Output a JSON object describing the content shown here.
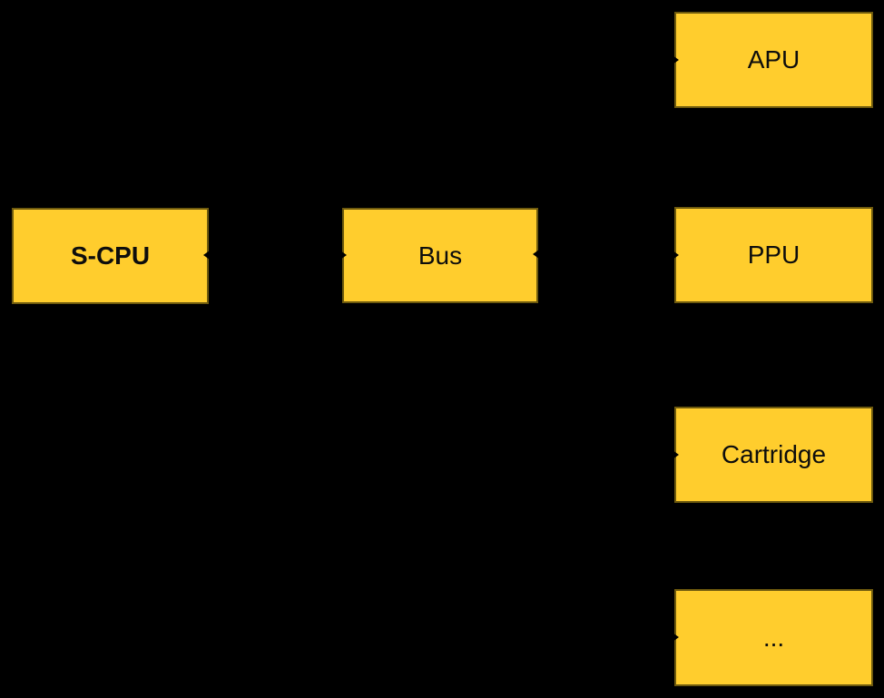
{
  "diagram": {
    "colors": {
      "background": "#000000",
      "node_fill": "#FFCD2D",
      "node_border": "#6E5A0E",
      "node_text": "#0D0D0D",
      "arrow": "#000000"
    },
    "nodes": [
      {
        "id": "s-cpu",
        "label": "S-CPU"
      },
      {
        "id": "bus",
        "label": "Bus"
      },
      {
        "id": "apu",
        "label": "APU"
      },
      {
        "id": "ppu",
        "label": "PPU"
      },
      {
        "id": "cartridge",
        "label": "Cartridge"
      },
      {
        "id": "ellipsis",
        "label": "..."
      }
    ],
    "arrowheads": [
      {
        "at": "s-cpu-right-edge",
        "direction": "left"
      },
      {
        "at": "bus-left-edge",
        "direction": "right"
      },
      {
        "at": "bus-right-edge",
        "direction": "left"
      },
      {
        "at": "apu-left-edge",
        "direction": "right"
      },
      {
        "at": "ppu-left-edge",
        "direction": "right"
      },
      {
        "at": "cartridge-left-edge",
        "direction": "right"
      },
      {
        "at": "ellipsis-left-edge",
        "direction": "right"
      }
    ]
  }
}
